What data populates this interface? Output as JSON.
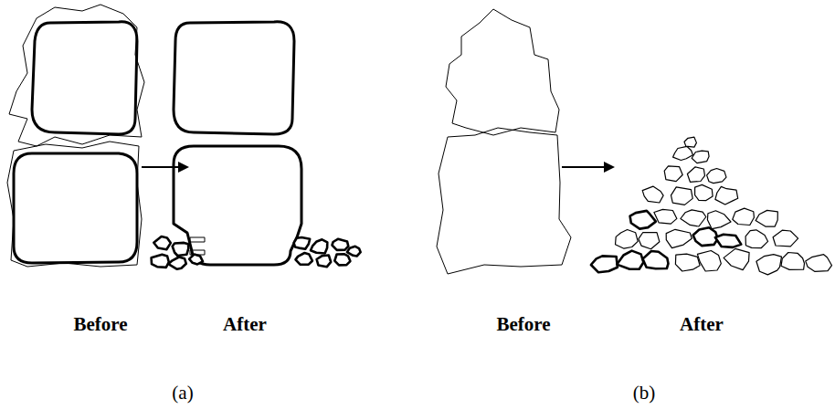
{
  "diagram": {
    "labels": [
      "Before",
      "After",
      "Before",
      "After",
      "(a)",
      "(b)"
    ]
  }
}
